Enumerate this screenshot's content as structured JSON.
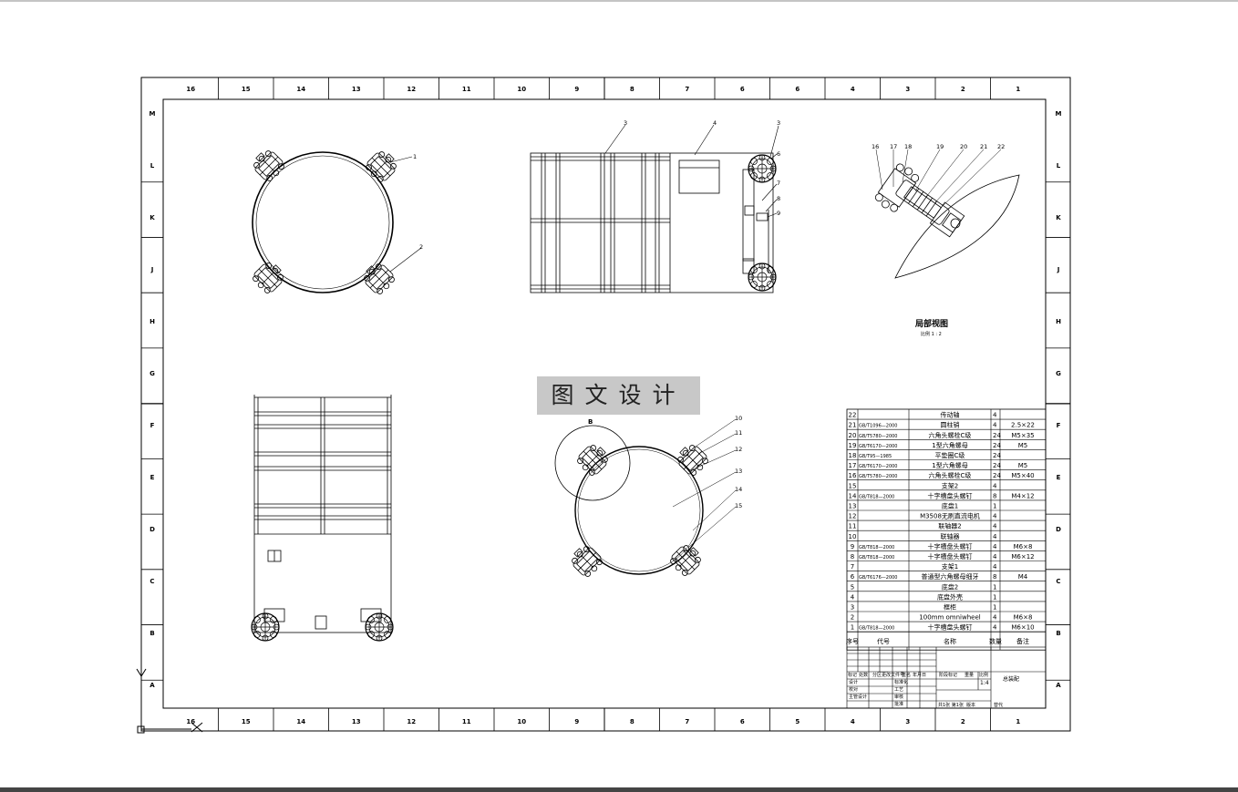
{
  "border": {
    "columns": [
      "16",
      "15",
      "14",
      "13",
      "12",
      "11",
      "10",
      "9",
      "8",
      "7",
      "6",
      "6",
      "4",
      "3",
      "2",
      "1"
    ],
    "bottom_columns": [
      "16",
      "15",
      "14",
      "13",
      "12",
      "11",
      "10",
      "9",
      "8",
      "7",
      "6",
      "5",
      "4",
      "3",
      "2",
      "1"
    ],
    "rows": [
      "M",
      "L",
      "K",
      "J",
      "H",
      "G",
      "F",
      "E",
      "D",
      "C",
      "B",
      "A"
    ]
  },
  "watermark": "图文设计",
  "detail_view": {
    "title": "局部视图",
    "scale": "比例 1 : 2",
    "marker": "B"
  },
  "part_labels": {
    "top_view": [
      "1",
      "2"
    ],
    "front_view": [
      "3",
      "4",
      "3",
      "6",
      "7",
      "8",
      "9"
    ],
    "detail": [
      "16",
      "17",
      "18",
      "19",
      "20",
      "21",
      "22"
    ],
    "bottom_view": [
      "10",
      "11",
      "12",
      "13",
      "14",
      "15"
    ]
  },
  "bom": {
    "rows": [
      {
        "no": "22",
        "code": "",
        "name": "传动轴",
        "qty": "4",
        "note": ""
      },
      {
        "no": "21",
        "code": "GB/T1096—2000",
        "name": "圆柱销",
        "qty": "4",
        "note": "2.5×22"
      },
      {
        "no": "20",
        "code": "GB/T5780—2000",
        "name": "六角头螺栓C级",
        "qty": "24",
        "note": "M5×35"
      },
      {
        "no": "19",
        "code": "GB/T6170—2000",
        "name": "1型六角螺母",
        "qty": "24",
        "note": "M5"
      },
      {
        "no": "18",
        "code": "GB/T95—1985",
        "name": "平垫圈C级",
        "qty": "24",
        "note": ""
      },
      {
        "no": "17",
        "code": "GB/T6170—2000",
        "name": "1型六角螺母",
        "qty": "24",
        "note": "M5"
      },
      {
        "no": "16",
        "code": "GB/T5780—2000",
        "name": "六角头螺栓C级",
        "qty": "24",
        "note": "M5×40"
      },
      {
        "no": "15",
        "code": "",
        "name": "支架2",
        "qty": "4",
        "note": ""
      },
      {
        "no": "14",
        "code": "GB/T818—2000",
        "name": "十字槽盘头螺钉",
        "qty": "8",
        "note": "M4×12"
      },
      {
        "no": "13",
        "code": "",
        "name": "底盘1",
        "qty": "1",
        "note": ""
      },
      {
        "no": "12",
        "code": "",
        "name": "M3508无刷直流电机",
        "qty": "4",
        "note": ""
      },
      {
        "no": "11",
        "code": "",
        "name": "联轴器2",
        "qty": "4",
        "note": ""
      },
      {
        "no": "10",
        "code": "",
        "name": "联轴器",
        "qty": "4",
        "note": ""
      },
      {
        "no": "9",
        "code": "GB/T818—2000",
        "name": "十字槽盘头螺钉",
        "qty": "4",
        "note": "M6×8"
      },
      {
        "no": "8",
        "code": "GB/T818—2000",
        "name": "十字槽盘头螺钉",
        "qty": "4",
        "note": "M6×12"
      },
      {
        "no": "7",
        "code": "",
        "name": "支架1",
        "qty": "4",
        "note": ""
      },
      {
        "no": "6",
        "code": "GB/T6176—2000",
        "name": "普通型六角螺母细牙",
        "qty": "8",
        "note": "M4"
      },
      {
        "no": "5",
        "code": "",
        "name": "底盘2",
        "qty": "1",
        "note": ""
      },
      {
        "no": "4",
        "code": "",
        "name": "底盘外壳",
        "qty": "1",
        "note": ""
      },
      {
        "no": "3",
        "code": "",
        "name": "框柜",
        "qty": "1",
        "note": ""
      },
      {
        "no": "2",
        "code": "",
        "name": "100mm omniwheel",
        "qty": "4",
        "note": "M6×8"
      },
      {
        "no": "1",
        "code": "GB/T818—2000",
        "name": "十字槽盘头螺钉",
        "qty": "4",
        "note": "M6×10"
      }
    ],
    "header": {
      "no": "序号",
      "code": "代号",
      "name": "名称",
      "qty": "数量",
      "note": "备注"
    }
  },
  "title_block": {
    "labels": [
      "标记",
      "处数",
      "分区",
      "更改文件号",
      "签名",
      "年月日",
      "阶段标记",
      "重量",
      "比例"
    ],
    "left_rows": [
      "设计",
      "标准化",
      "校对",
      "工艺",
      "主管设计",
      "审核",
      "批准"
    ],
    "scale": "1:4",
    "drawing_name": "总装配",
    "sheet": "共1张 第1张",
    "version": "版本",
    "replace": "替代"
  }
}
